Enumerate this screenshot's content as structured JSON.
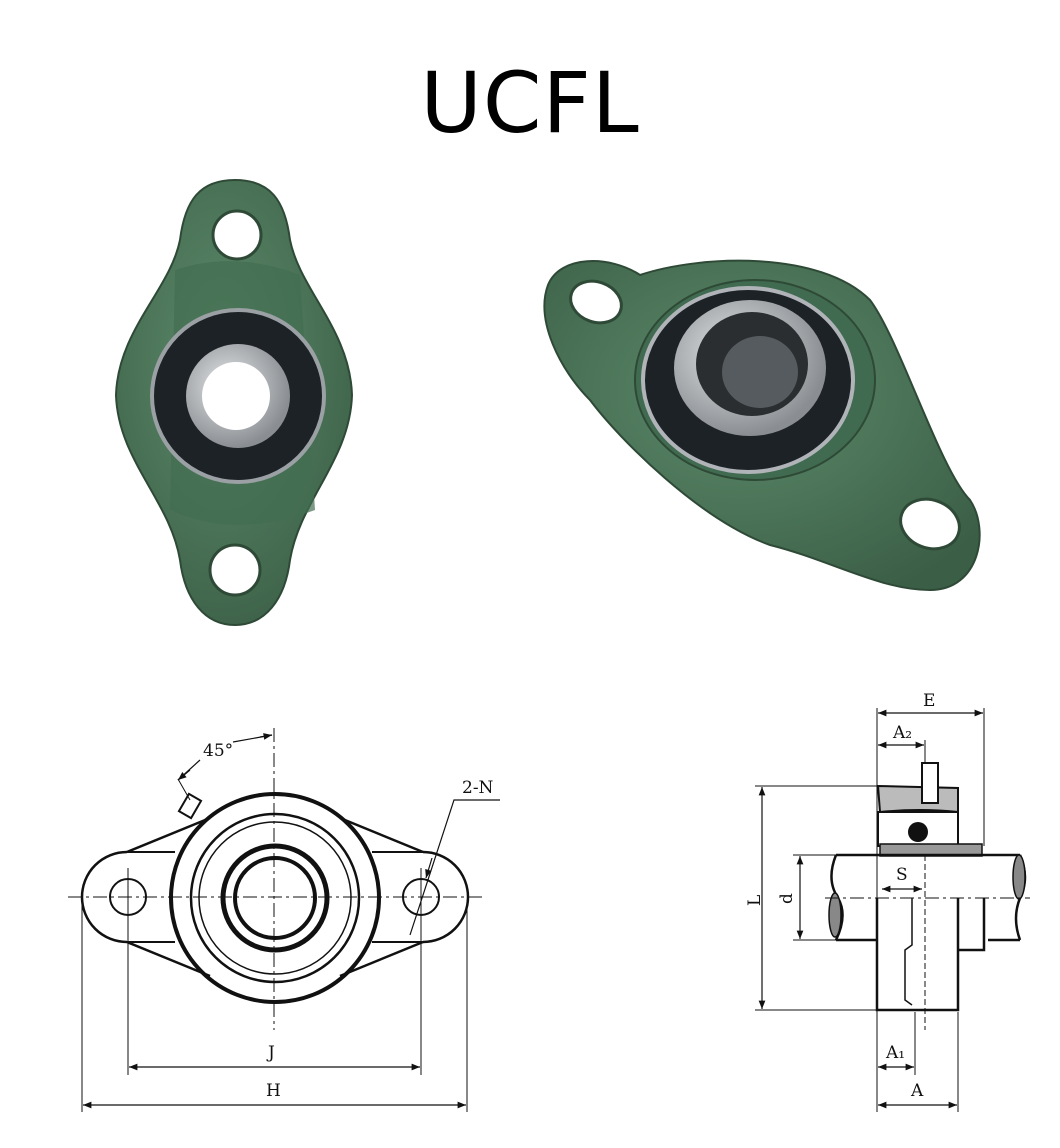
{
  "title": "UCFL",
  "colors": {
    "housing": "#4f7a5c",
    "housing_dark": "#365a43",
    "seal": "#1c2226",
    "steel": "#b8bcc0",
    "line": "#111111"
  },
  "front_view": {
    "angle_label": "45°",
    "hole_label": "2-N",
    "inner_dim_label": "J",
    "outer_dim_label": "H"
  },
  "side_view": {
    "width_label": "E",
    "a2_label": "A₂",
    "height_label": "L",
    "bore_label": "d",
    "s_label": "S",
    "a1_label": "A₁",
    "a_label": "A"
  }
}
